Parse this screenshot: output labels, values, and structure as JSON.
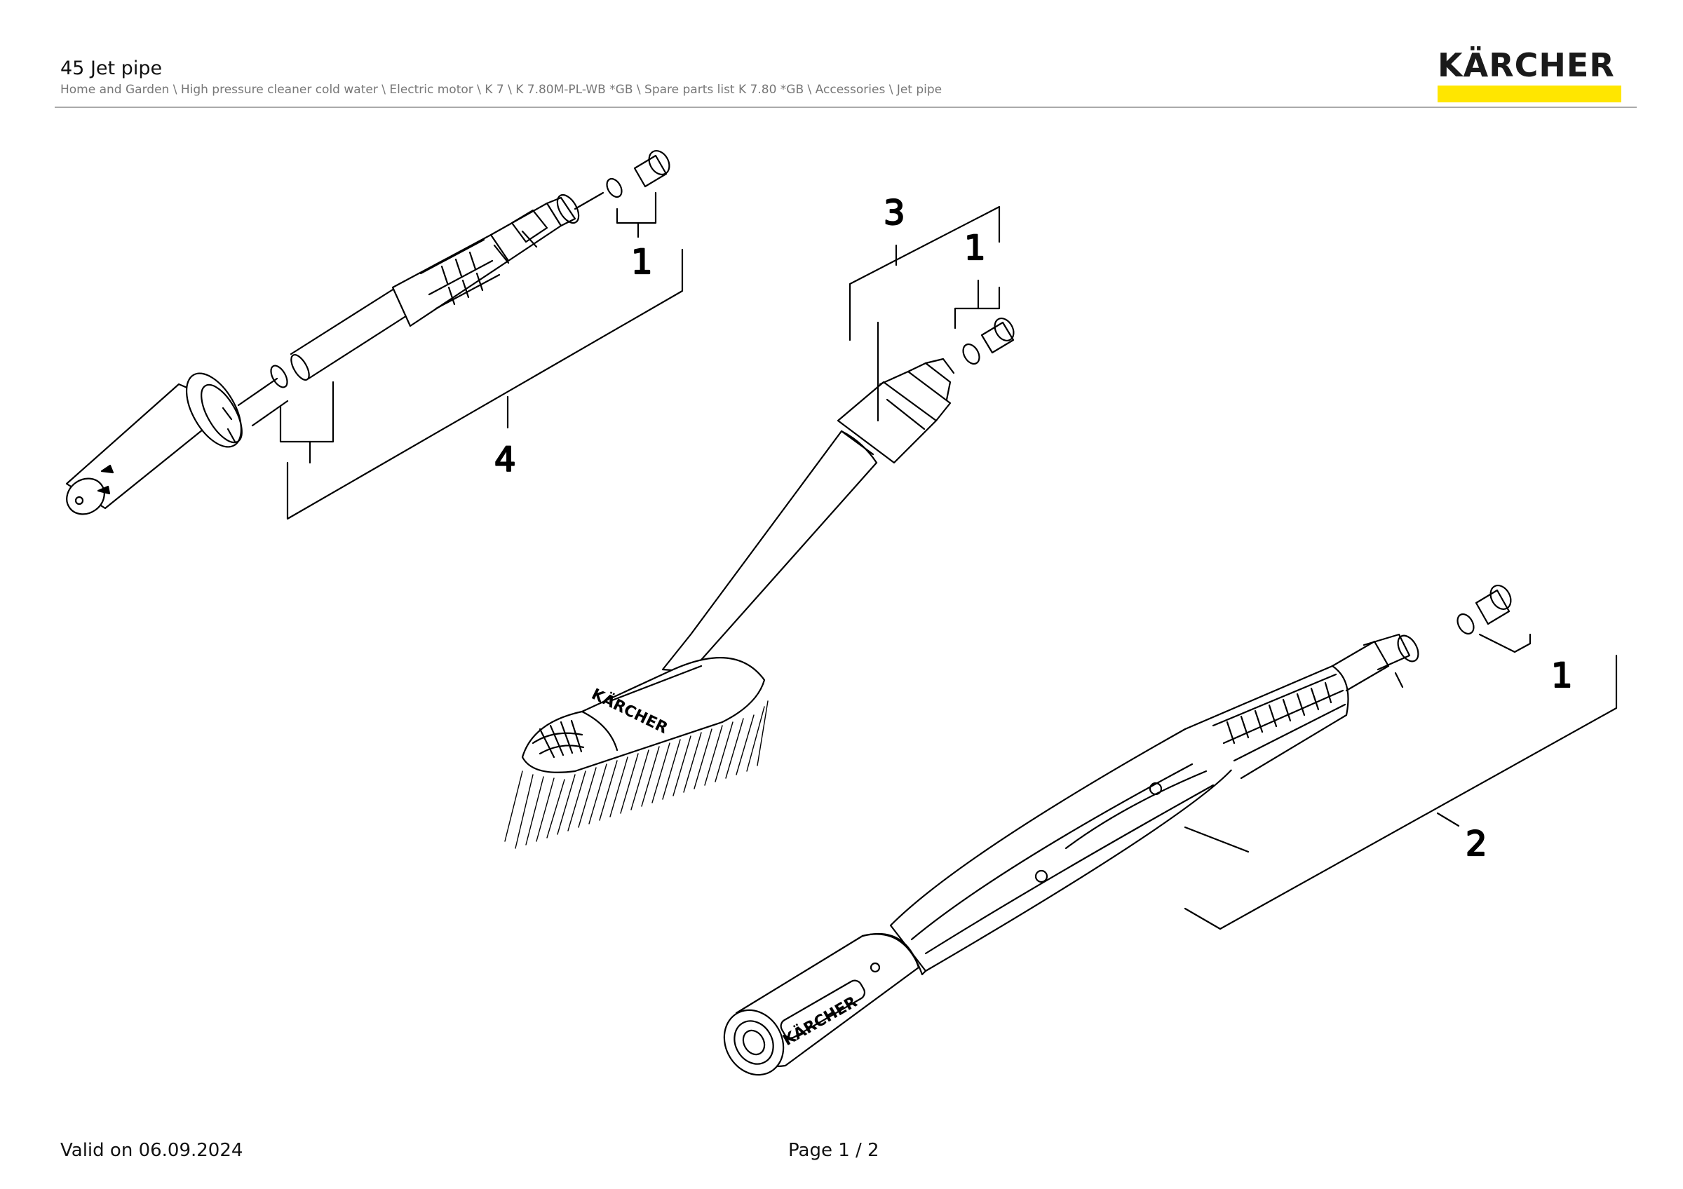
{
  "header": {
    "title": "45 Jet pipe",
    "breadcrumb": "Home and Garden \\ High pressure cleaner cold water \\ Electric motor \\ K 7 \\ K 7.80M-PL-WB *GB \\ Spare parts list K 7.80 *GB \\ Accessories \\ Jet pipe"
  },
  "logo": {
    "text": "KÄRCHER",
    "bar_color": "#ffe600"
  },
  "callouts": {
    "c1a": "1",
    "c4": "4",
    "c3": "3",
    "c1b": "1",
    "c1c": "1",
    "c2": "2"
  },
  "drawing_labels": {
    "brush_brand": "KÄRCHER",
    "lance_brand": "KÄRCHER"
  },
  "footer": {
    "valid": "Valid on 06.09.2024",
    "page": "Page 1 / 2"
  }
}
